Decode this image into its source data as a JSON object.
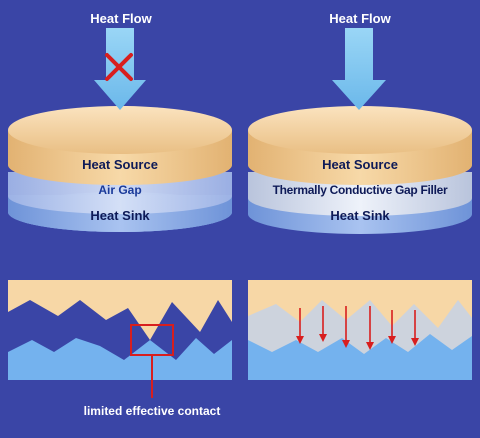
{
  "left_panel": {
    "heat_flow_label": "Heat Flow",
    "heat_source_label": "Heat Source",
    "air_gap_label": "Air Gap",
    "heat_sink_label": "Heat Sink",
    "callout_label": "limited effective contact"
  },
  "right_panel": {
    "heat_flow_label": "Heat Flow",
    "heat_source_label": "Heat Source",
    "gap_filler_label": "Thermally Conductive Gap Filler",
    "heat_sink_label": "Heat Sink"
  },
  "icons": {
    "blocked": "red-x-icon",
    "flow": "down-arrow-icon"
  },
  "colors": {
    "background": "#3a45a6",
    "heat_source": "#f5d09a",
    "heat_sink": "#8aaee6",
    "air_gap": "#b7c8ee",
    "gap_filler": "#cfd8ea",
    "arrow": "#7ec8f0",
    "block_mark": "#d81e1e",
    "text": "#0e1a57"
  }
}
